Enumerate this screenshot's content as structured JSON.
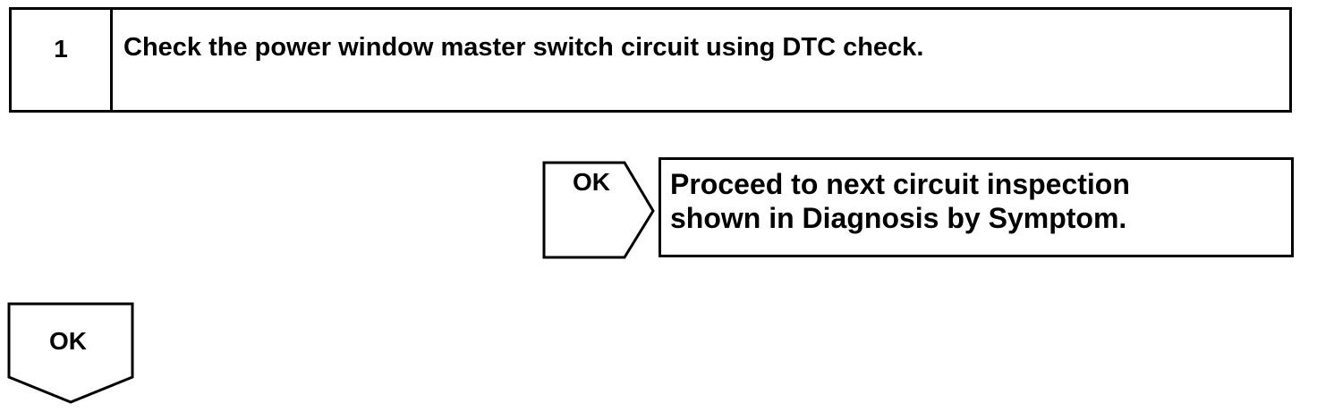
{
  "step": {
    "number": "1",
    "text": "Check the power window master switch circuit using DTC check."
  },
  "branch_right": {
    "label": "OK",
    "result_lines": [
      "Proceed to next circuit inspection",
      " shown in Diagnosis by Symptom."
    ]
  },
  "branch_down": {
    "label": "OK"
  }
}
